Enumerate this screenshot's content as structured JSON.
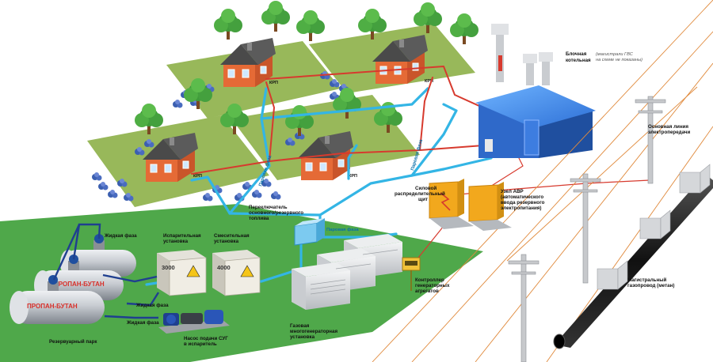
{
  "labels": {
    "boiler": "Блочная котельная",
    "boiler_note": "(магистрали ГВС на схеме не показаны)",
    "power_line": "Основная линия электропередачи",
    "power_board": "Силовой распределительный щит",
    "avr": "Узел АВР (автоматического ввода резервного электропитания)",
    "switch": "Переключатель основного/резервного топлива",
    "vapor_top": "Паровая фаза",
    "vapor_left": "Паровая фаза",
    "vapor_mid": "Паровая фаза",
    "liquid_phase_1": "Жидкая фаза",
    "liquid_phase_2": "Жидкая фаза",
    "liquid_phase_3": "Жидкая фаза",
    "evaporator": "Испарительная установка",
    "mixer": "Смесительная установка",
    "evap_num": "3000",
    "mixer_num": "4000",
    "tank_park": "Резервуарный парк",
    "tank_text": "ПРОПАН-БУТАН",
    "pump": "Насос подачи СУГ в испаритель",
    "gen_unit": "Газовая многогенераторная установка",
    "gen_control": "Контроллер генераторных агрегатов",
    "gas_main": "Магистральный газопровод (метан)",
    "krp": "КРП"
  },
  "colors": {
    "grass": "#4fa84a",
    "grass_lawn": "#98b85a",
    "pipe_cyan": "#33b5e5",
    "pipe_red": "#d73a2e",
    "house_wall": "#e56a36",
    "roof": "#4a4a4a",
    "boiler_blue": "#2f69c9",
    "cabinet_orange": "#f2a81d",
    "tank_gray": "#b8bcc2",
    "gas_pipe": "#222222"
  }
}
